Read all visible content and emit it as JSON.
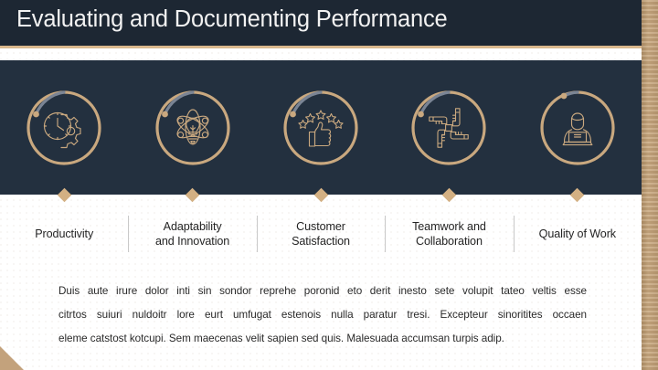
{
  "slide": {
    "title": "Evaluating and Documenting Performance",
    "colors": {
      "title_bar": "#1d2733",
      "banner": "#23303f",
      "gold": "#c9a87f",
      "gold_accent": "#d3b083",
      "arc_gray": "#7a8494",
      "divider": "#c9c9c9",
      "body_text": "#2a2a2a",
      "title_text": "#f2f2f2"
    }
  },
  "pillars": [
    {
      "icon": "clock-gear-icon",
      "label": "Productivity"
    },
    {
      "icon": "lightbulb-atom-icon",
      "label": "Adaptability\nand Innovation"
    },
    {
      "icon": "thumbs-up-stars-icon",
      "label": "Customer\nSatisfaction"
    },
    {
      "icon": "interlocking-hands-icon",
      "label": "Teamwork and\nCollaboration"
    },
    {
      "icon": "person-laptop-icon",
      "label": "Quality of Work"
    }
  ],
  "body": {
    "line1": "Duis aute irure dolor inti sin sondor reprehe poronid eto derit inesto sete volupit tateo veltis esse",
    "line2": "citrtos suiuri nuldoitr lore eurt umfugat estenois nulla paratur tresi. Excepteur sinoritites occaen",
    "line3": "eleme catstost kotcupi. Sem maecenas velit sapien sed quis. Malesuada accumsan turpis adip."
  }
}
